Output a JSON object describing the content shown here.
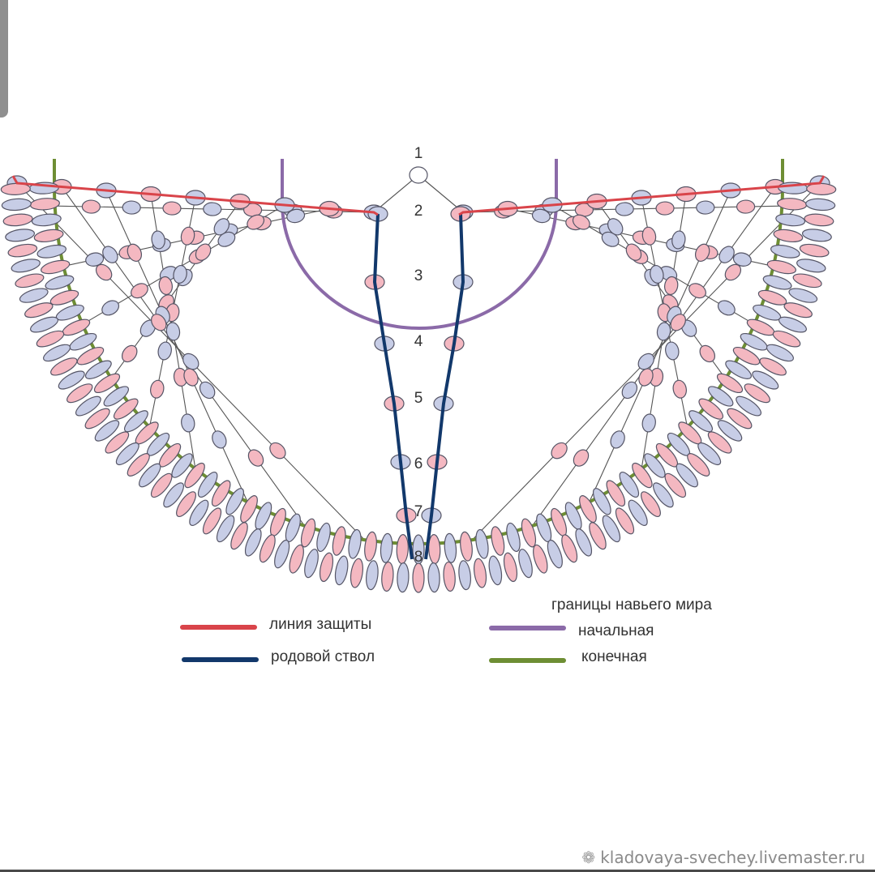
{
  "diagram": {
    "generation_labels": [
      "1",
      "2",
      "3",
      "4",
      "5",
      "6",
      "7",
      "8"
    ],
    "colors": {
      "bead_pink": "#f4b8c1",
      "bead_blue": "#c7cde6",
      "bead_stroke": "#555566",
      "thread": "#555555",
      "protection_line": "#d9444a",
      "family_trunk": "#12386b",
      "initial_boundary": "#8b6aa8",
      "final_boundary": "#6e8e34"
    }
  },
  "legend": {
    "heading": "границы навьего мира",
    "items": [
      {
        "label": "линия защиты",
        "color": "#d9444a"
      },
      {
        "label": "родовой ствол",
        "color": "#12386b"
      },
      {
        "label": "начальная",
        "color": "#8b6aa8"
      },
      {
        "label": "конечная",
        "color": "#6e8e34"
      }
    ]
  },
  "watermark": {
    "text": "kladovaya-svechey.livemaster.ru",
    "icon": "gear-flower-icon"
  }
}
